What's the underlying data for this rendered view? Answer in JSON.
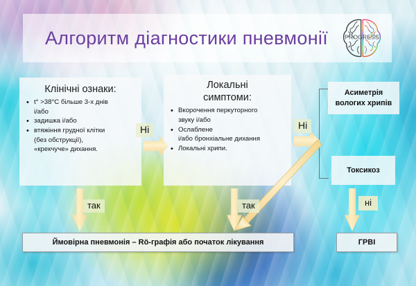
{
  "header": {
    "title": "Алгоритм діагностики пневмонії",
    "logo": {
      "name": "progress-brain-logo",
      "text": "PROGRESS"
    }
  },
  "nodes": {
    "clinical": {
      "heading": "Клінічні ознаки:",
      "bullets": [
        {
          "text": "t° >38°C більше 3-х днів",
          "bullet": true
        },
        {
          "text": "і/або",
          "bullet": false
        },
        {
          "text": "задишка і/або",
          "bullet": true
        },
        {
          "text": "втяжіння грудної клітки",
          "bullet": true
        },
        {
          "text": "(без обструкції),",
          "bullet": false
        },
        {
          "text": "«крекчуче» дихання.",
          "bullet": false
        }
      ]
    },
    "local": {
      "heading_line1": "Локальні",
      "heading_line2": "симптоми:",
      "bullets": [
        {
          "text": "Вкорочення перкуторного",
          "bullet": true
        },
        {
          "text": "звуку і/або",
          "bullet": false
        },
        {
          "text": "Ослаблене",
          "bullet": true
        },
        {
          "text": "і/або бронхіальне дихання",
          "bullet": false
        },
        {
          "text": "Локальні хрипи.",
          "bullet": true
        }
      ]
    },
    "asymmetry": {
      "line1": "Асиметрія",
      "line2": "вологих хрипів"
    },
    "toxicosis": {
      "label": "Токсикоз"
    }
  },
  "results": {
    "pneumonia": "Ймовірна пневмонія – Rö-графія або початок лікування",
    "grvi": "ГРВІ"
  },
  "edges": {
    "ni_1": "Ні",
    "ni_2": "Ні",
    "ni_3": "ні",
    "tak_1": "так",
    "tak_2": "так"
  },
  "colors": {
    "title": "#6a3f9e",
    "arrow": "#f6dea0",
    "box_border": "#9aa0a6",
    "label_bg": "#e9eece"
  }
}
